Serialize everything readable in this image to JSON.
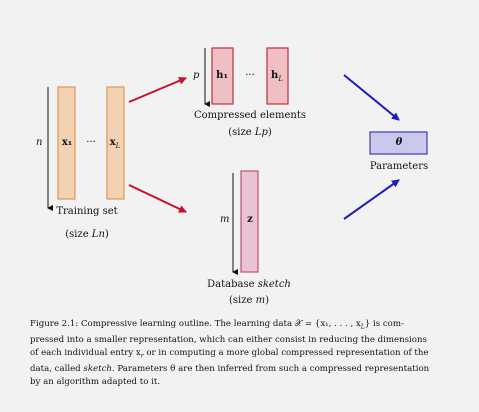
{
  "colors": {
    "background": "#f2f2f2",
    "training_fill": "#f3d2b4",
    "training_stroke": "#d89a50",
    "compressed_fill": "#eec0c4",
    "compressed_stroke": "#c0303a",
    "sketch_fill": "#e8c3d3",
    "sketch_stroke": "#c05079",
    "param_fill": "#cbc8ee",
    "param_stroke": "#3c3cb0",
    "red_arrow": "#c8102e",
    "blue_arrow": "#1c1cc0",
    "axis": "#111111"
  },
  "training": {
    "dim_label": "n",
    "first_entry": "x₁",
    "ellipsis": "···",
    "last_entry": "x",
    "last_sub": "L",
    "label": "Training set",
    "size_open": "(size ",
    "size_var": "Ln",
    "size_close": ")"
  },
  "compressed": {
    "dim_label": "p",
    "first_entry": "h₁",
    "ellipsis": "···",
    "last_entry": "h",
    "last_sub": "L",
    "label": "Compressed elements",
    "size_open": "(size ",
    "size_var": "Lp",
    "size_close": ")"
  },
  "sketch": {
    "dim_label": "m",
    "entry": "z",
    "label_prefix": "Database ",
    "label_em": "sketch",
    "size_open": "(size ",
    "size_var": "m",
    "size_close": ")"
  },
  "parameters": {
    "symbol": "θ",
    "label": "Parameters"
  },
  "caption": {
    "l1": "Figure 2.1: Compressive learning outline.  The learning data 𝒳 = {x₁, . . . , x",
    "l1_sub": "L",
    "l1_end": "} is com-",
    "l2": "pressed into a smaller representation, which can either consist in reducing the dimensions",
    "l3a": "of each individual entry x",
    "l3_sub": "r",
    "l3b": " or in computing a more global compressed representation of the",
    "l4a": "data, called ",
    "l4_em": "sketch",
    "l4b": ". Parameters θ are then inferred from such a compressed representation",
    "l5": "by an algorithm adapted to it."
  }
}
